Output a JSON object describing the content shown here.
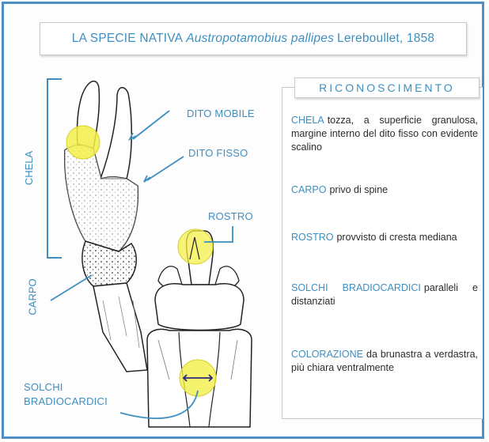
{
  "title": {
    "prefix": "LA SPECIE NATIVA",
    "species": "Austropotamobius pallipes",
    "author": "Lereboullet, 1858"
  },
  "diagram_labels": {
    "chela": "CHELA",
    "carpo": "CARPO",
    "dito_mobile": "DITO MOBILE",
    "dito_fisso": "DITO FISSO",
    "rostro": "ROSTRO",
    "solchi_line1": "SOLCHI",
    "solchi_line2": "BRADIOCARDICI"
  },
  "riconoscimento": {
    "heading": "RICONOSCIMENTO",
    "entries": [
      {
        "key": "CHELA",
        "text": "tozza, a superficie granulosa, margine interno del dito fisso con evidente scalino"
      },
      {
        "key": "CARPO",
        "text": "privo di spine"
      },
      {
        "key": "ROSTRO",
        "text": "provvisto di cresta mediana"
      },
      {
        "key": "SOLCHI BRADIOCARDICI",
        "text": "paralleli e distanziati"
      },
      {
        "key": "COLORAZIONE",
        "text": "da brunastra a verdastra, più chiara ventralmente"
      }
    ]
  },
  "colors": {
    "accent": "#3d8fc0",
    "frame": "#4f8fc8",
    "highlight": "#f3ef4a"
  }
}
